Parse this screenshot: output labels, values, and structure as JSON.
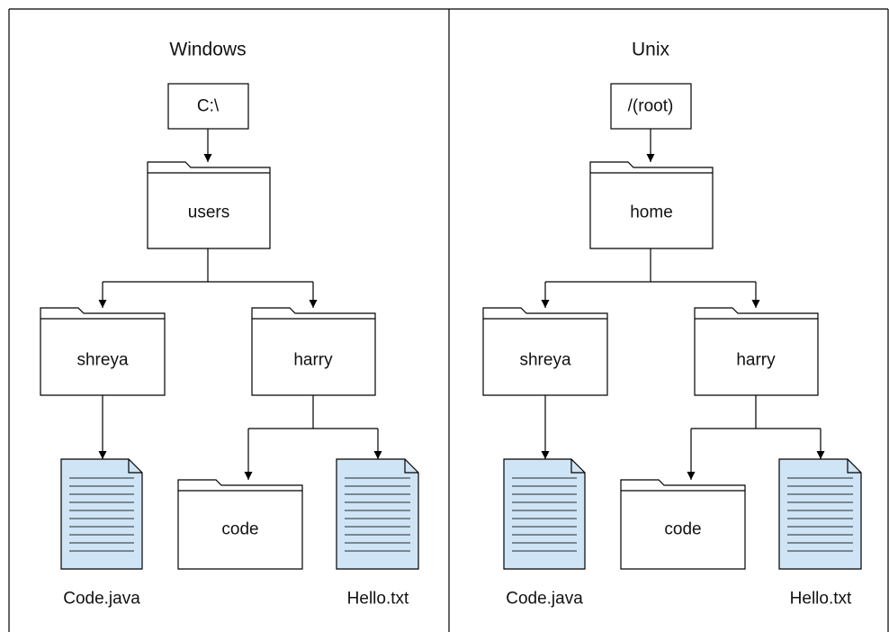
{
  "panels": [
    {
      "title": "Windows",
      "root": "C:\\",
      "level1": "users",
      "user_folders": [
        "shreya",
        "harry"
      ],
      "subfolder": "code",
      "files": [
        "Code.java",
        "Hello.txt"
      ]
    },
    {
      "title": "Unix",
      "root": "/(root)",
      "level1": "home",
      "user_folders": [
        "shreya",
        "harry"
      ],
      "subfolder": "code",
      "files": [
        "Code.java",
        "Hello.txt"
      ]
    }
  ],
  "colors": {
    "file_fill": "#cfe5f6",
    "line": "#000000",
    "background": "#ffffff"
  },
  "icons": {
    "folder": "folder-icon",
    "file": "document-icon"
  }
}
